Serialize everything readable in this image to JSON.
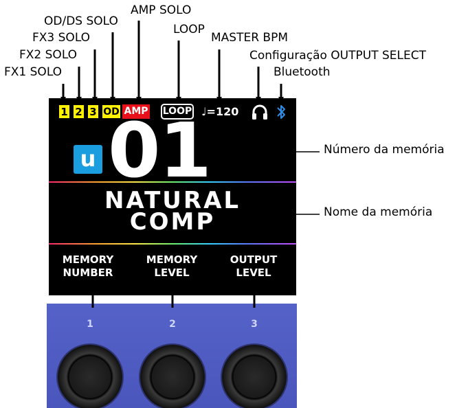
{
  "top_labels": {
    "fx1": "FX1 SOLO",
    "fx2": "FX2 SOLO",
    "fx3": "FX3 SOLO",
    "odds": "OD/DS SOLO",
    "amp": "AMP SOLO",
    "loop": "LOOP",
    "bpm": "MASTER BPM",
    "output": "Configuração OUTPUT SELECT",
    "bluetooth": "Bluetooth"
  },
  "side_labels": {
    "memory_number": "Número da memória",
    "memory_name": "Nome da memória"
  },
  "status_bar": {
    "solo1": "1",
    "solo2": "2",
    "solo3": "3",
    "od": "OD",
    "amp": "AMP",
    "loop": "LOOP",
    "bpm": "♩=120",
    "headphone_icon": "headphones-icon",
    "bluetooth_icon": "bluetooth-icon"
  },
  "memory": {
    "bank_letter": "u",
    "number": "01",
    "name_line1": "NATURAL",
    "name_line2": "COMP"
  },
  "params": [
    {
      "line1": "MEMORY",
      "line2": "NUMBER"
    },
    {
      "line1": "MEMORY",
      "line2": "LEVEL"
    },
    {
      "line1": "OUTPUT",
      "line2": "LEVEL"
    }
  ],
  "knobs": [
    "1",
    "2",
    "3"
  ],
  "colors": {
    "yellow_indicator": "#fff200",
    "red_indicator": "#e8101a",
    "bank_badge": "#1a9ee0",
    "panel": "#4f5cc2",
    "screen": "#000000"
  }
}
